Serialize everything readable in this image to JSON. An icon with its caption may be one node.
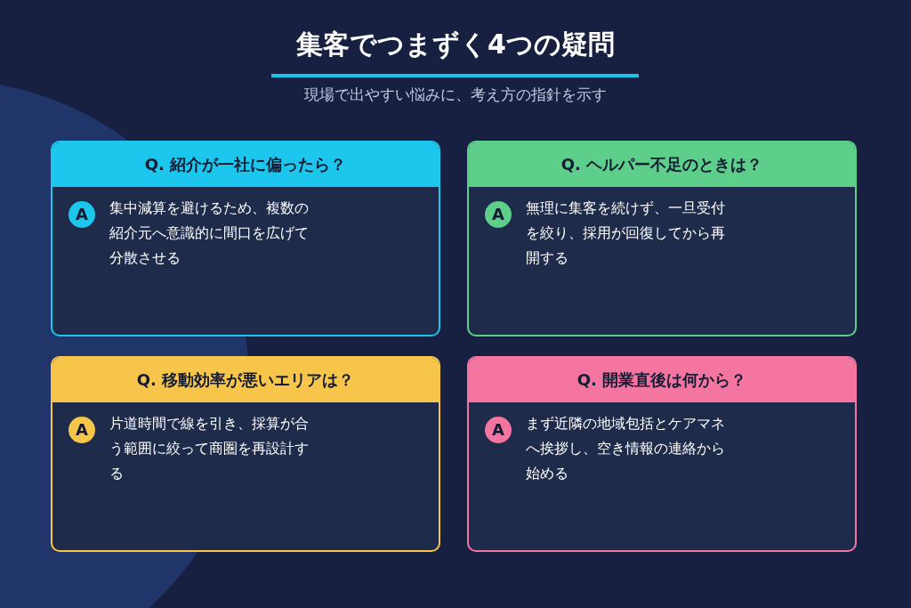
{
  "diagram": {
    "title": "集客でつまずく4つの疑問",
    "nodes": [
      {
        "text": [
          "Q. 紹介が一社に偏ったら？",
          "集中減算を避けるため、複数の紹介元へ意識的に間口を広げて分散させる"
        ]
      },
      {
        "text": [
          "A"
        ],
        "in": 0
      },
      {
        "text": [
          "Q. ヘルパー不足のときは？",
          "無理に集客を続けず、一旦受付を絞り、採用が回復してから再開する"
        ]
      },
      {
        "text": [
          "A"
        ],
        "in": 2
      },
      {
        "text": [
          "Q. 移動効率が悪いエリアは？",
          "片道時間で線を引き、採算が合う範囲に絞って商圏を再設計する"
        ]
      },
      {
        "text": [
          "A"
        ],
        "in": 4
      },
      {
        "text": [
          "Q. 開業直後は何から？",
          "まず近隣の地域包括とケアマネへ挨拶し、空き情報の連絡から始める"
        ]
      },
      {
        "text": [
          "A"
        ],
        "in": 6
      }
    ],
    "labels": [
      "現場で出やすい悩みに、考え方の指針を示す"
    ]
  }
}
